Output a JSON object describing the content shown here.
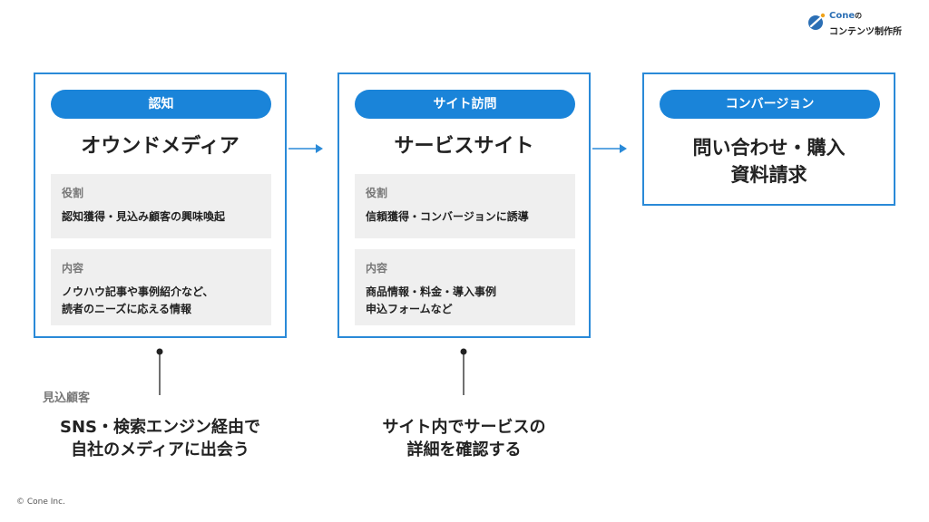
{
  "logo": {
    "brand": "Cone",
    "brand_suffix": "の",
    "subtitle": "コンテンツ制作所"
  },
  "stages": [
    {
      "pill": "認知",
      "title": "オウンドメディア",
      "role_label": "役割",
      "role_text": "認知獲得・見込み顧客の興味喚起",
      "content_label": "内容",
      "content_lines": [
        "ノウハウ記事や事例紹介など、",
        "読者のニーズに応える情報"
      ]
    },
    {
      "pill": "サイト訪問",
      "title": "サービスサイト",
      "role_label": "役割",
      "role_text": "信頼獲得・コンバージョンに誘導",
      "content_label": "内容",
      "content_lines": [
        "商品情報・料金・導入事例",
        "申込フォームなど"
      ]
    },
    {
      "pill": "コンバージョン",
      "title_lines": [
        "問い合わせ・購入",
        "資料請求"
      ]
    }
  ],
  "below": {
    "prospect_label": "見込顧客",
    "note1_lines": [
      "SNS・検索エンジン経由で",
      "自社のメディアに出会う"
    ],
    "note2_lines": [
      "サイト内でサービスの",
      "詳細を確認する"
    ]
  },
  "copyright": "© Cone Inc.",
  "colors": {
    "accent": "#1a84d9",
    "border": "#2a8ad8",
    "panel": "#efefef"
  }
}
